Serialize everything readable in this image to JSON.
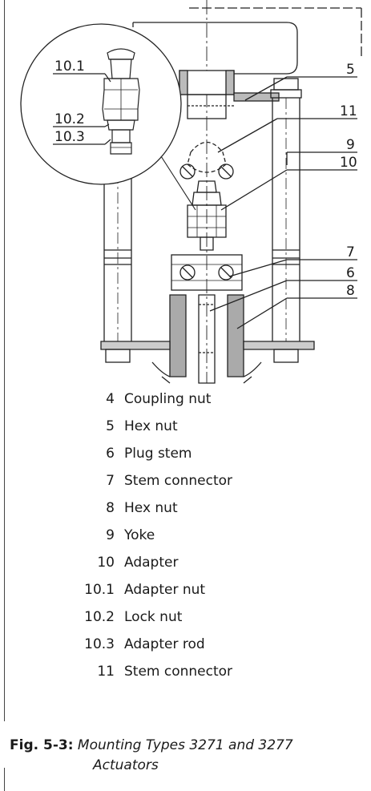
{
  "figure": {
    "callouts": {
      "c10_1": "10.1",
      "c10_2": "10.2",
      "c10_3": "10.3",
      "c5": "5",
      "c11": "11",
      "c9": "9",
      "c10": "10",
      "c7": "7",
      "c6": "6",
      "c8": "8"
    }
  },
  "legend": [
    {
      "num": "4",
      "text": "Coupling nut"
    },
    {
      "num": "5",
      "text": "Hex nut"
    },
    {
      "num": "6",
      "text": "Plug stem"
    },
    {
      "num": "7",
      "text": "Stem connector"
    },
    {
      "num": "8",
      "text": "Hex nut"
    },
    {
      "num": "9",
      "text": "Yoke"
    },
    {
      "num": "10",
      "text": "Adapter"
    },
    {
      "num": "10.1",
      "text": "Adapter nut"
    },
    {
      "num": "10.2",
      "text": "Lock nut"
    },
    {
      "num": "10.3",
      "text": "Adapter rod"
    },
    {
      "num": "11",
      "text": "Stem connector"
    }
  ],
  "caption": {
    "label": "Fig. 5-3:",
    "title_line1": "Mounting Types 3271 and 3277",
    "title_line2": "Actuators"
  }
}
